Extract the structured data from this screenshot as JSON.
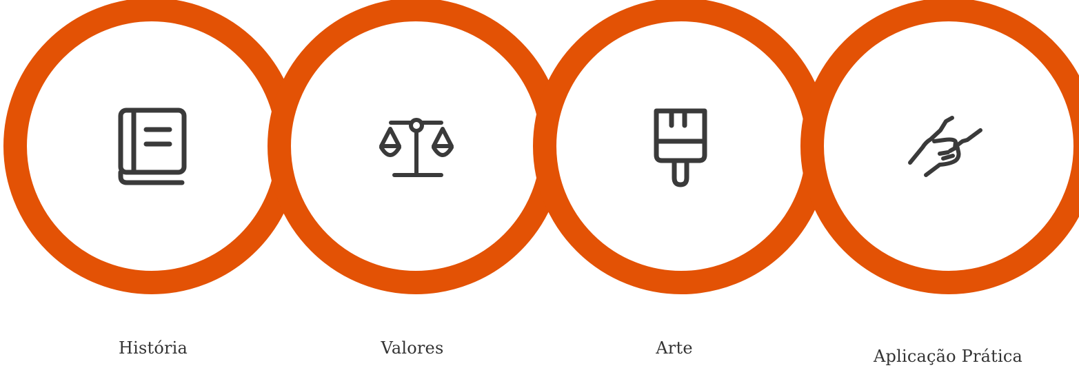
{
  "diagram": {
    "ring_color": "#E35205",
    "icon_color": "#3A3A3A",
    "background_color": "#FFFFFF",
    "steps": [
      {
        "label": "História",
        "icon": "book-icon"
      },
      {
        "label": "Valores",
        "icon": "balance-scale-icon"
      },
      {
        "label": "Arte",
        "icon": "paint-brush-icon"
      },
      {
        "label": "Aplicação Prática",
        "icon": "handshake-icon"
      }
    ]
  }
}
